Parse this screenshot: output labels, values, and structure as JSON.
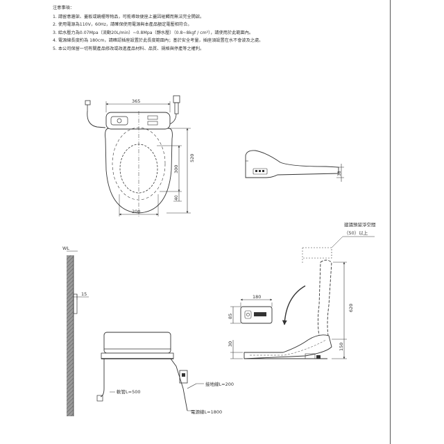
{
  "notes": {
    "title": "注意事項：",
    "items": [
      "1. 請留意牆架、蓋板或鏡櫃等物品，可能導致便座上蓋因碰觸而無法完全開啟。",
      "2. 使用電源為110V，60Hz，請確保使用電源與本產品額定電壓相符合。",
      "3. 給水壓力為0.07Mpa（流動20L/min）~0.8Mpa（靜水壓）（0.8~8kgf / cm²），請使用於此範圍內。",
      "4. 電源線長度約為 180cm，請確認插座設置於此長度範圍內；基於安全考量，插座須設置在水不會波及之處。",
      "5. 本公司保留一切有關產品修改或改進產品材料、品質、規格與停產等之權利。"
    ]
  },
  "top_view": {
    "dims": {
      "width": "365",
      "length": "520",
      "seat_span": "300",
      "offset": "40",
      "bottom_width": "200"
    }
  },
  "side_view_small": {
    "dims": {
      "height": "38"
    }
  },
  "wall_view": {
    "wl_label": "WL",
    "wall_offset": "15",
    "hose_label": "軟管L=500",
    "ground_label": "接地線L=200",
    "power_label": "電源線L=1800"
  },
  "open_view": {
    "clearance_label_line1": "建議預留淨空間",
    "clearance_label_line2": "（50）以上",
    "dims": {
      "panel_width": "180",
      "panel_height": "85",
      "seat_height": "30",
      "open_height": "620",
      "base_height": "150"
    }
  }
}
